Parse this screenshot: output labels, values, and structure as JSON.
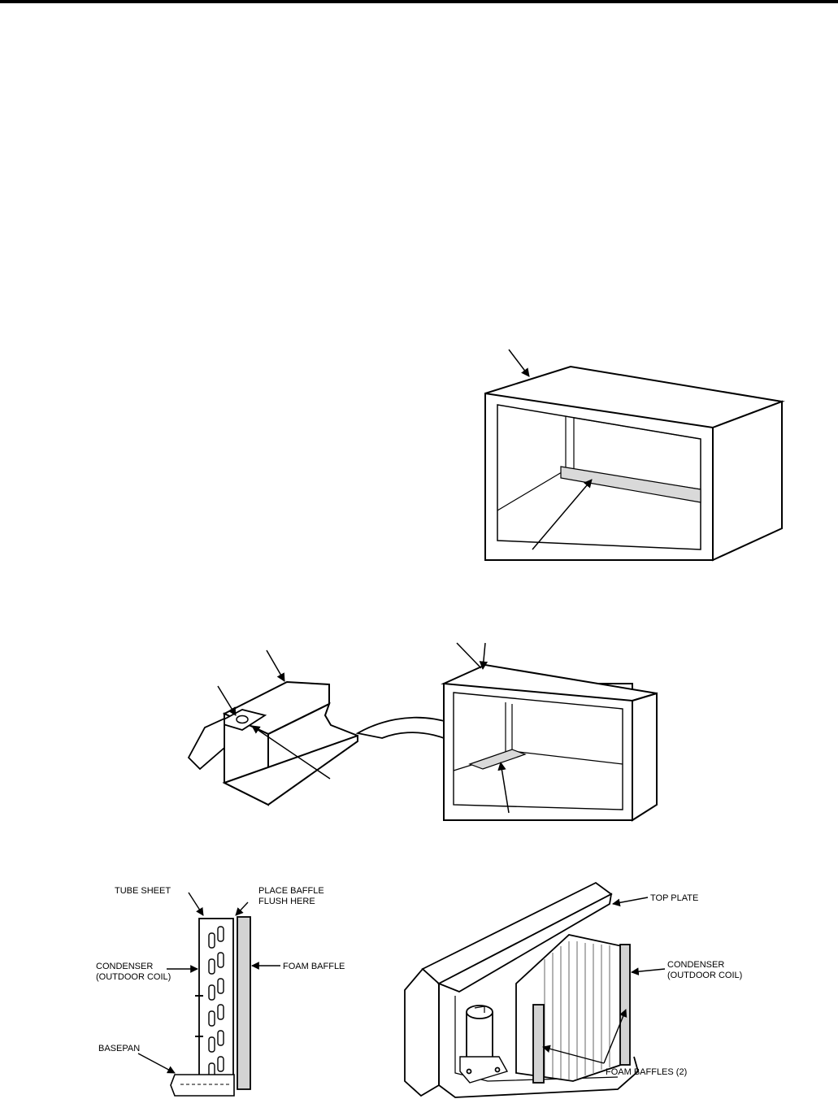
{
  "labels": {
    "tube_sheet": "TUBE SHEET",
    "place_baffle_line1": "PLACE BAFFLE",
    "place_baffle_line2": "FLUSH HERE",
    "condenser_left_line1": "CONDENSER",
    "condenser_left_line2": "(OUTDOOR COIL)",
    "foam_baffle": "FOAM BAFFLE",
    "basepan": "BASEPAN",
    "top_plate": "TOP PLATE",
    "condenser_right_line1": "CONDENSER",
    "condenser_right_line2": "(OUTDOOR COIL)",
    "foam_baffles_2": "FOAM BAFFLES (2)"
  },
  "colors": {
    "line": "#000000",
    "paper": "#ffffff",
    "foam": "#d3d3d3",
    "rail": "#d9d9d9"
  }
}
